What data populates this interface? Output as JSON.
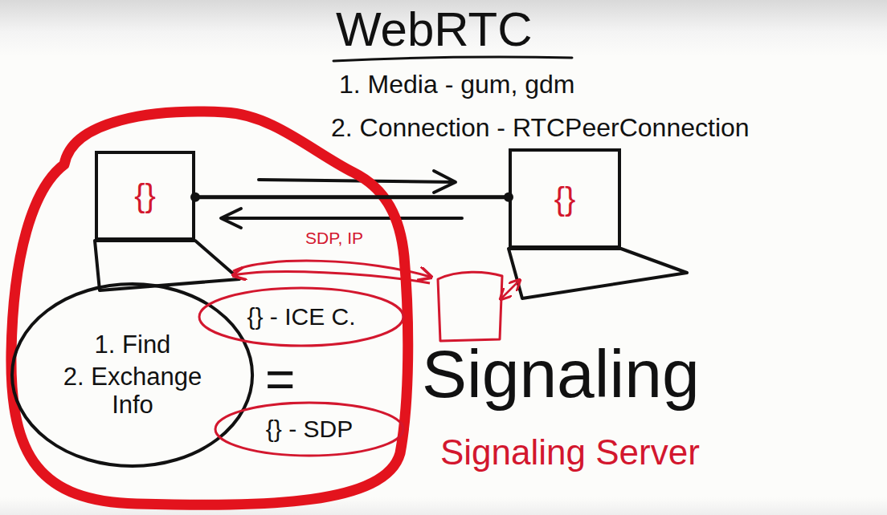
{
  "diagram": {
    "title": "WebRTC",
    "nodes": [
      {
        "text": [
          "{}"
        ]
      },
      {
        "text": [
          "{}"
        ]
      },
      {
        "text": [
          "1. Find",
          "2. Exchange Info"
        ]
      },
      {
        "text": [
          "{} - ICE C."
        ]
      },
      {
        "text": [
          "{} - SDP"
        ]
      }
    ],
    "edges": [
      {
        "from": 0,
        "to": 1,
        "arrow": "none"
      }
    ],
    "labels": [
      "1. Media - gum, gdm",
      "2. Connection - RTCPeerConnection",
      "SDP, IP",
      "=",
      "Signaling",
      "Signaling Server"
    ]
  }
}
